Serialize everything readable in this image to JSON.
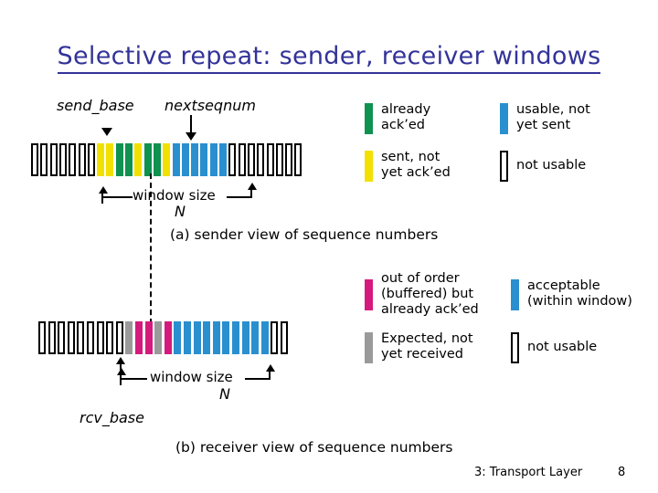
{
  "slide": {
    "title": "Selective repeat: sender, receiver windows"
  },
  "colors": {
    "title": "#333399",
    "already_acked_green": "#0F9150",
    "sent_not_acked_yellow": "#F2E000",
    "usable_not_sent_blue": "#2A8FCF",
    "not_usable_outline": "#000000",
    "out_of_order_magenta": "#D41B7D",
    "expected_gray": "#9A9A9A",
    "background": "#FFFFFF"
  },
  "sender_panel": {
    "pointer_labels": {
      "send_base": "send_base",
      "nextseqnum": "nextseqnum"
    },
    "window_size_label": "window size",
    "window_size_n": "N",
    "caption": "(a) sender view of sequence numbers",
    "cells": [
      "empty",
      "empty",
      "empty",
      "empty",
      "empty",
      "empty",
      "empty",
      "yellow",
      "yellow",
      "green",
      "green",
      "yellow",
      "green",
      "green",
      "yellow",
      "blue",
      "blue",
      "blue",
      "blue",
      "blue",
      "blue",
      "empty",
      "empty",
      "empty",
      "empty",
      "empty",
      "empty",
      "empty",
      "empty"
    ],
    "send_base_index": 7,
    "nextseqnum_index": 15,
    "window_start_index": 7,
    "window_end_index": 20,
    "legend": [
      {
        "swatch": "green",
        "name": "already-acked-swatch",
        "text": "already\nack’ed"
      },
      {
        "swatch": "blue",
        "name": "usable-not-sent-swatch",
        "text": "usable, not\nyet sent"
      },
      {
        "swatch": "yellow",
        "name": "sent-not-acked-swatch",
        "text": "sent, not\nyet ack’ed"
      },
      {
        "swatch": "outline",
        "name": "not-usable-swatch",
        "text": "not usable"
      }
    ]
  },
  "receiver_panel": {
    "pointer_labels": {
      "rcv_base": "rcv_base"
    },
    "window_size_label": "window size",
    "window_size_n": "N",
    "caption": "(b) receiver view of sequence numbers",
    "cells": [
      "empty",
      "empty",
      "empty",
      "empty",
      "empty",
      "empty",
      "empty",
      "empty",
      "empty",
      "gray",
      "magenta",
      "magenta",
      "gray",
      "magenta",
      "blue",
      "blue",
      "blue",
      "blue",
      "blue",
      "blue",
      "blue",
      "blue",
      "blue",
      "blue",
      "empty",
      "empty"
    ],
    "rcv_base_index": 9,
    "window_start_index": 9,
    "window_end_index": 23,
    "legend": [
      {
        "swatch": "magenta",
        "name": "out-of-order-buffered-swatch",
        "text": "out of order\n(buffered) but\nalready ack’ed"
      },
      {
        "swatch": "blue",
        "name": "acceptable-window-swatch",
        "text": "acceptable\n(within window)"
      },
      {
        "swatch": "gray",
        "name": "expected-not-received-swatch",
        "text": "Expected, not\nyet received"
      },
      {
        "swatch": "outline",
        "name": "not-usable-swatch",
        "text": "not usable"
      }
    ]
  },
  "footer": {
    "chapter": "3: Transport Layer",
    "page_number": "8"
  }
}
